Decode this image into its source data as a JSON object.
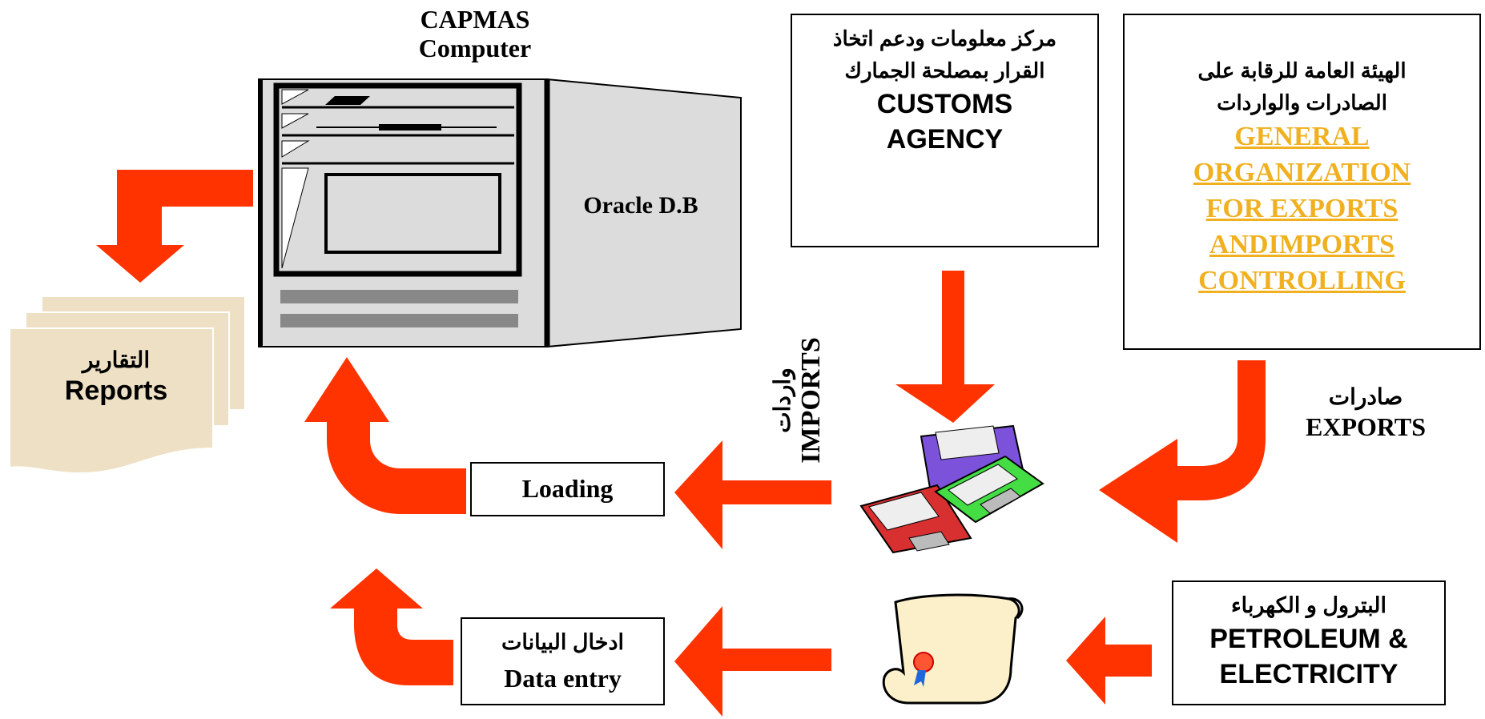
{
  "server": {
    "title_line1": "CAPMAS",
    "title_line2": "Computer",
    "db_label": "Oracle D.B"
  },
  "customs": {
    "arabic": "مركز معلومات ودعم اتخاذ القرار بمصلحة الجمارك",
    "english_line1": "CUSTOMS",
    "english_line2": "AGENCY"
  },
  "goeic": {
    "arabic": "الهيئة العامة للرقابة على الصادرات والواردات",
    "link_lines": [
      "GENERAL ",
      "ORGANIZATION ",
      "FOR EXPORTS ",
      "ANDIMPORTS ",
      "CONTROLLING"
    ]
  },
  "reports": {
    "arabic": "التقارير",
    "english": "Reports"
  },
  "imports": {
    "arabic": "واردات",
    "english": "IMPORTS"
  },
  "exports": {
    "arabic": "صادرات",
    "english": "EXPORTS"
  },
  "loading": {
    "label": "Loading"
  },
  "data_entry": {
    "arabic": "ادخال البيانات",
    "english": "Data entry"
  },
  "petroleum": {
    "arabic": "البترول و الكهرباء",
    "english_line1": "PETROLEUM &",
    "english_line2": "ELECTRICITY"
  },
  "colors": {
    "arrow": "#ff3300",
    "link": "#f0b020",
    "reports_paper": "#eee0c4",
    "server_gray": "#dcdcdc"
  }
}
